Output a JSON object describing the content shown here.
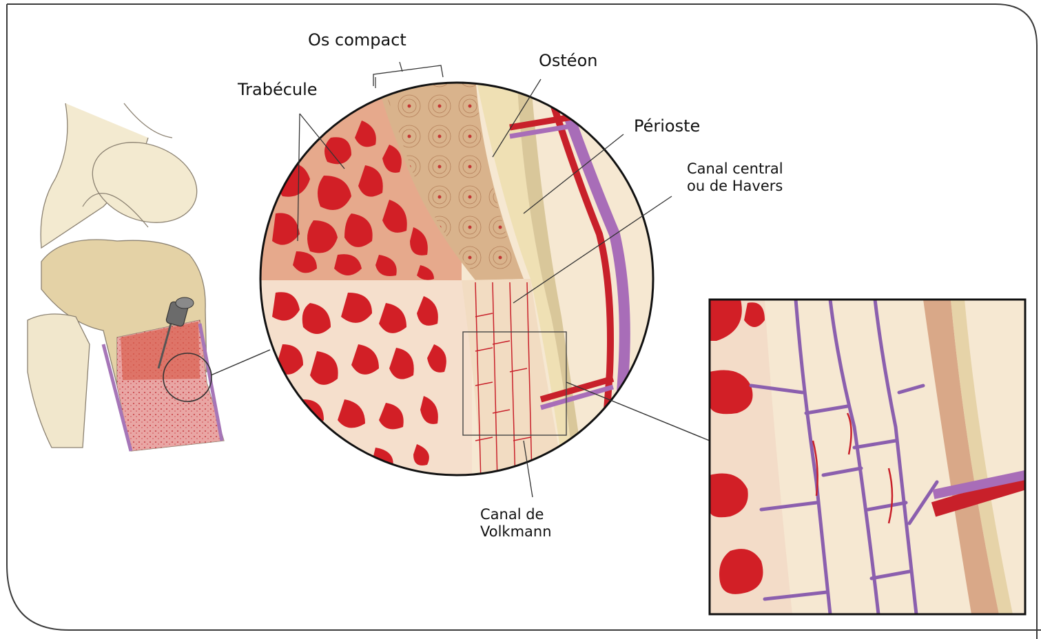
{
  "labels": {
    "os_compact": "Os compact",
    "osteon": "Ostéon",
    "trabecule": "Trabécule",
    "perioste": "Périoste",
    "canal_central": "Canal central\nou de Havers",
    "canal_volkmann": "Canal de\nVolkmann"
  },
  "colors": {
    "frame": "#3a3a3a",
    "bone_cream": "#f1e4c2",
    "bone_beige": "#e6d3a8",
    "spongy_bg": "#e8a88a",
    "marrow_red": "#d21f26",
    "compact_tan": "#d8b48e",
    "periosteum": "#d9c79a",
    "vessel_purple": "#a86db8",
    "vessel_red": "#c8202a"
  },
  "icons": [
    "biopsy-needle-icon",
    "knee-joint-illustration"
  ]
}
